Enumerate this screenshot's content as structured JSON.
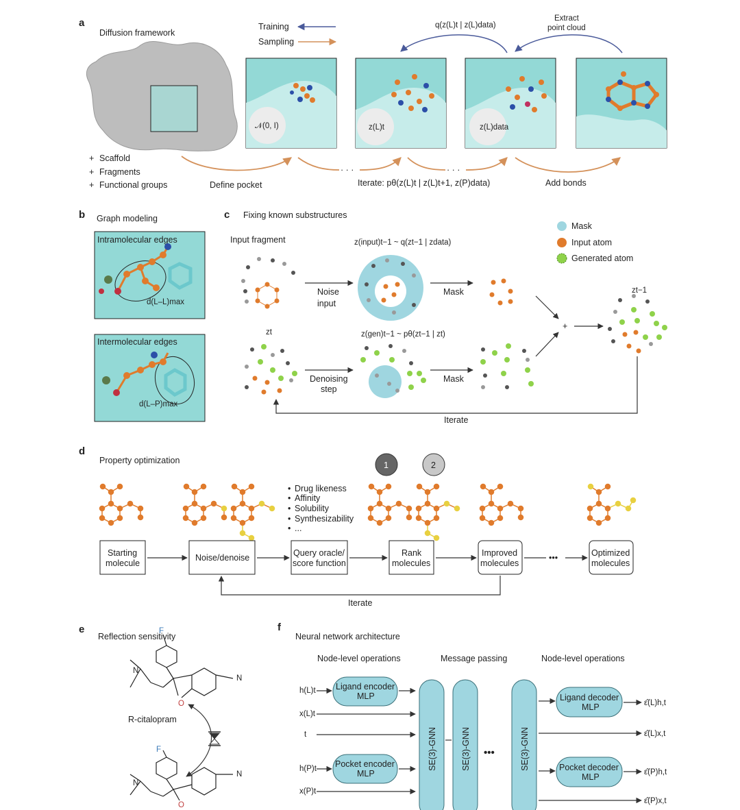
{
  "panel_a": {
    "letter": "a",
    "title": "Diffusion framework",
    "legend_training": "Training",
    "legend_sampling": "Sampling",
    "bullets": [
      "Scaffold",
      "Fragments",
      "Functional groups"
    ],
    "define_pocket": "Define pocket",
    "iterate_label": "Iterate: pθ(z(L)t | z(L)t+1, z(P)data)",
    "add_bonds": "Add bonds",
    "extract": "Extract",
    "point_cloud": "point cloud",
    "q_label": "q(z(L)t | z(L)data)",
    "circle_labels": [
      "𝒩(0, I)",
      "z(L)t",
      "z(L)data"
    ],
    "dots": "· · ·",
    "colors": {
      "pocket": "#93d9d6",
      "atom_orange": "#e07b2c",
      "atom_blue": "#2b4fa8",
      "protein": "#b8b8b8",
      "training": "#4a5a9a",
      "sampling": "#d4915a"
    }
  },
  "panel_b": {
    "letter": "b",
    "title": "Graph modeling",
    "intra": "Intramolecular edges",
    "inter": "Intermolecular edges",
    "dmax_ll": "d(L–L)max",
    "dmax_lp": "d(L–P)max"
  },
  "panel_c": {
    "letter": "c",
    "title": "Fixing known substructures",
    "input_fragment": "Input fragment",
    "z_input": "z(input)t−1 ~ q(zt−1 | zdata)",
    "z_gen": "z(gen)t−1 ~ pθ(zt−1 | zt)",
    "zt": "zt",
    "zt1": "zt−1",
    "noise_input": [
      "Noise",
      "input"
    ],
    "denoising_step": [
      "Denoising",
      "step"
    ],
    "mask": "Mask",
    "plus": "+",
    "iterate": "Iterate",
    "legend": [
      "Mask",
      "Input atom",
      "Generated atom"
    ],
    "colors": {
      "mask": "#9fd6e0",
      "input_atom": "#e07b2c",
      "generated_atom": "#8fd24a",
      "gray_atom": "#555555"
    }
  },
  "panel_d": {
    "letter": "d",
    "title": "Property optimization",
    "properties": [
      "Drug likeness",
      "Affinity",
      "Solubility",
      "Synthesizability",
      "..."
    ],
    "badges": [
      "1",
      "2"
    ],
    "boxes": [
      [
        "Starting",
        "molecule"
      ],
      [
        "Noise/denoise"
      ],
      [
        "Query oracle/",
        "score function"
      ],
      [
        "Rank",
        "molecules"
      ],
      [
        "Improved",
        "molecules"
      ],
      [
        "Optimized",
        "molecules"
      ]
    ],
    "ellipsis": "•••",
    "iterate": "Iterate",
    "colors": {
      "orange": "#e07b2c",
      "yellow": "#e8d040"
    }
  },
  "panel_e": {
    "letter": "e",
    "title": "Reflection sensitivity",
    "molecule": "R-citalopram",
    "atoms": [
      "F",
      "N",
      "O",
      "N",
      "F",
      "N",
      "O",
      "N"
    ]
  },
  "panel_f": {
    "letter": "f",
    "title": "Neural network architecture",
    "col_left": "Node-level operations",
    "col_mid": "Message passing",
    "col_right": "Node-level operations",
    "encoders": [
      [
        "Ligand encoder",
        "MLP"
      ],
      [
        "Pocket encoder",
        "MLP"
      ]
    ],
    "decoders": [
      [
        "Ligand decoder",
        "MLP"
      ],
      [
        "Pocket decoder",
        "MLP"
      ]
    ],
    "gnn": "SE(3)-GNN",
    "inputs": [
      "h(L)t",
      "x(L)t",
      "t",
      "h(P)t",
      "x(P)t"
    ],
    "outputs": [
      "ε̂(L)h,t",
      "ε̂(L)x,t",
      "ε̂(P)h,t",
      "ε̂(P)x,t"
    ],
    "ellipsis": "•••"
  }
}
